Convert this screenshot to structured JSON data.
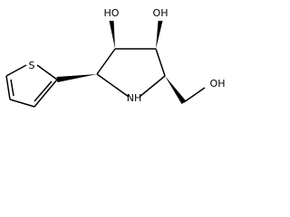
{
  "molecule": {
    "labels": {
      "ho_left": "HO",
      "oh_right": "OH",
      "nh": "NH",
      "oh_tail": "OH",
      "sulfur": "S"
    },
    "colors": {
      "ink": "#000000",
      "background": "#ffffff"
    }
  }
}
